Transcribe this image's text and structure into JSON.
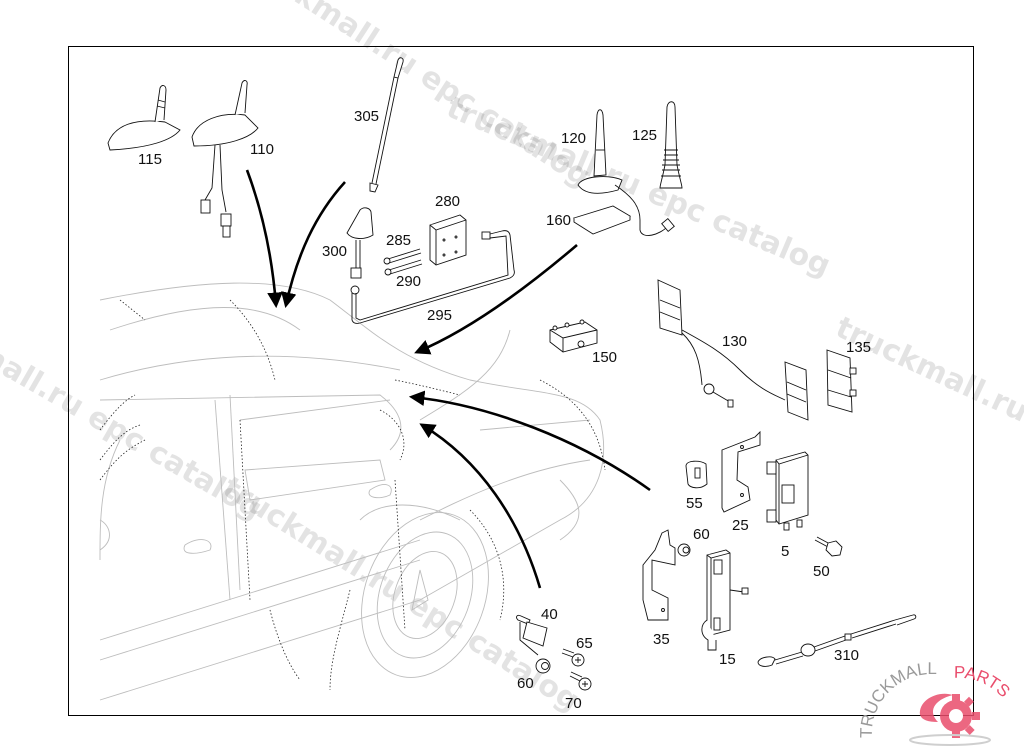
{
  "diagram": {
    "type": "exploded parts diagram",
    "subject": "Vehicle antenna system components",
    "callouts": [
      {
        "id": "c115",
        "text": "115",
        "part": "roof antenna (short fin)"
      },
      {
        "id": "c110",
        "text": "110",
        "part": "roof antenna with cables"
      },
      {
        "id": "c305",
        "text": "305",
        "part": "rod antenna mast"
      },
      {
        "id": "c300",
        "text": "300",
        "part": "antenna base"
      },
      {
        "id": "c280",
        "text": "280",
        "part": "antenna amplifier"
      },
      {
        "id": "c285",
        "text": "285",
        "part": "bolt"
      },
      {
        "id": "c290",
        "text": "290",
        "part": "bolt"
      },
      {
        "id": "c295",
        "text": "295",
        "part": "antenna cable"
      },
      {
        "id": "c120",
        "text": "120",
        "part": "rod antenna with base"
      },
      {
        "id": "c125",
        "text": "125",
        "part": "antenna rod cover"
      },
      {
        "id": "c160",
        "text": "160",
        "part": "pad"
      },
      {
        "id": "c150",
        "text": "150",
        "part": "amplifier module"
      },
      {
        "id": "c130",
        "text": "130",
        "part": "window antenna with cable"
      },
      {
        "id": "c135",
        "text": "135",
        "part": "window antenna element"
      },
      {
        "id": "c55",
        "text": "55",
        "part": "clip"
      },
      {
        "id": "c25",
        "text": "25",
        "part": "bracket"
      },
      {
        "id": "c5",
        "text": "5",
        "part": "control unit"
      },
      {
        "id": "c50",
        "text": "50",
        "part": "bolt"
      },
      {
        "id": "c60a",
        "text": "60",
        "part": "nut"
      },
      {
        "id": "c35",
        "text": "35",
        "part": "bracket"
      },
      {
        "id": "c15",
        "text": "15",
        "part": "module"
      },
      {
        "id": "c310",
        "text": "310",
        "part": "cable"
      },
      {
        "id": "c40",
        "text": "40",
        "part": "connector"
      },
      {
        "id": "c65",
        "text": "65",
        "part": "screw"
      },
      {
        "id": "c60b",
        "text": "60",
        "part": "nut"
      },
      {
        "id": "c70",
        "text": "70",
        "part": "screw"
      }
    ]
  },
  "watermarks": [
    "truckmall.ru epc catalog",
    "truckmall.ru epc catalog",
    "truckmall.ru epc catalog",
    "truckmall.ru epc catalog",
    "truckmall.ru epc catalog"
  ],
  "logo": {
    "text_left": "TRUCKMALL",
    "text_right": "PARTS",
    "brand_color": "#e94d6c",
    "secondary_color": "#9a9a9a"
  }
}
